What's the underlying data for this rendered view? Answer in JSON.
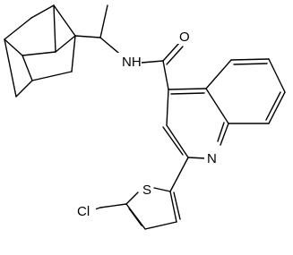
{
  "molecule": {
    "atoms": {
      "nh": "NH",
      "o": "O",
      "n": "N",
      "s": "S",
      "cl": "Cl"
    },
    "colors": {
      "bond": "#000000",
      "label": "#000000",
      "background": "#ffffff"
    }
  }
}
